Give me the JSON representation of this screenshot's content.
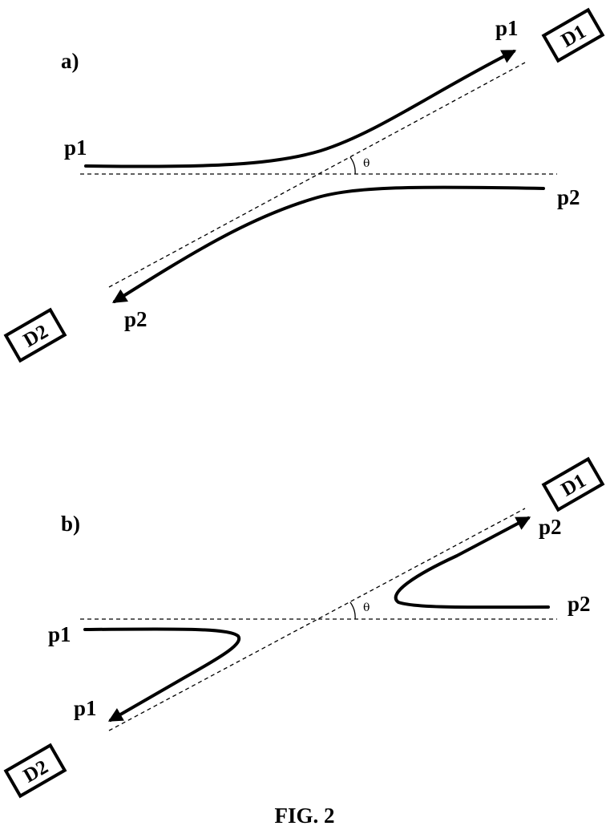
{
  "figure_caption": "FIG. 2",
  "panel_a": {
    "label": "a)",
    "incoming_top": "p1",
    "incoming_bottom": "p2",
    "outgoing_upper": "p1",
    "outgoing_lower": "p2",
    "detector_upper": "D1",
    "detector_lower": "D2",
    "angle": "θ"
  },
  "panel_b": {
    "label": "b)",
    "incoming_left": "p1",
    "incoming_right": "p2",
    "outgoing_upper": "p2",
    "outgoing_lower": "p1",
    "detector_upper": "D1",
    "detector_lower": "D2",
    "angle": "θ"
  }
}
